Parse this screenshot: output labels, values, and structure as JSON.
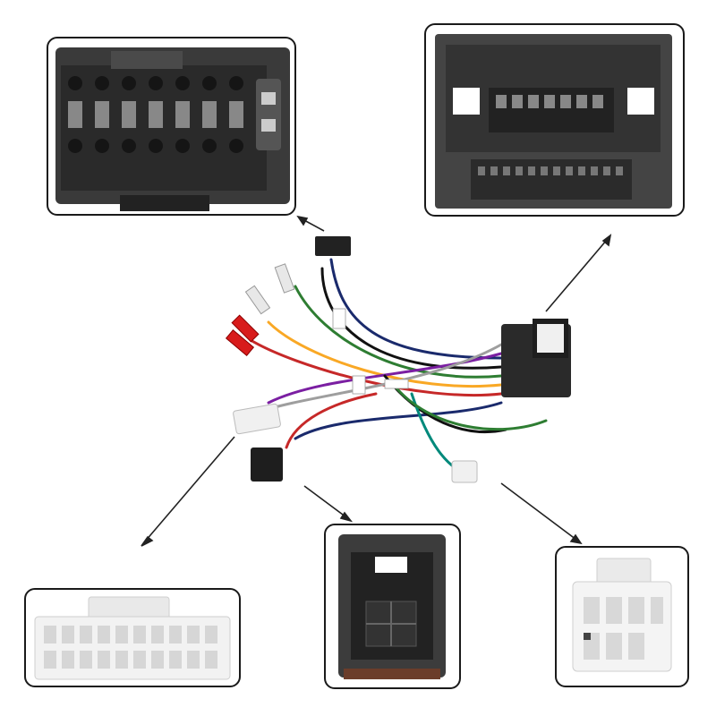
{
  "image": {
    "subject": "car-stereo-wiring-harness",
    "background_color": "#ffffff",
    "inset_border_color": "#1a1a1a",
    "icon_names": [
      "arrow-icon"
    ]
  },
  "insets": [
    {
      "id": "black-16pin-connector-closeup",
      "color": "#3a3a3a"
    },
    {
      "id": "black-car-socket-connector-closeup",
      "color": "#444444"
    },
    {
      "id": "white-20pin-connector-closeup",
      "color": "#f2f2f2"
    },
    {
      "id": "black-square-connector-closeup",
      "color": "#3c3c3c"
    },
    {
      "id": "white-small-connector-closeup",
      "color": "#f4f4f4"
    }
  ],
  "harness": {
    "rca_plug_colors": [
      "#e8e8e8",
      "#d81b1b"
    ],
    "wire_colors": [
      "#1a2a6c",
      "#111111",
      "#2e7d32",
      "#f9a825",
      "#c62828",
      "#7b1fa2",
      "#9e9e9e",
      "#00897b"
    ]
  }
}
